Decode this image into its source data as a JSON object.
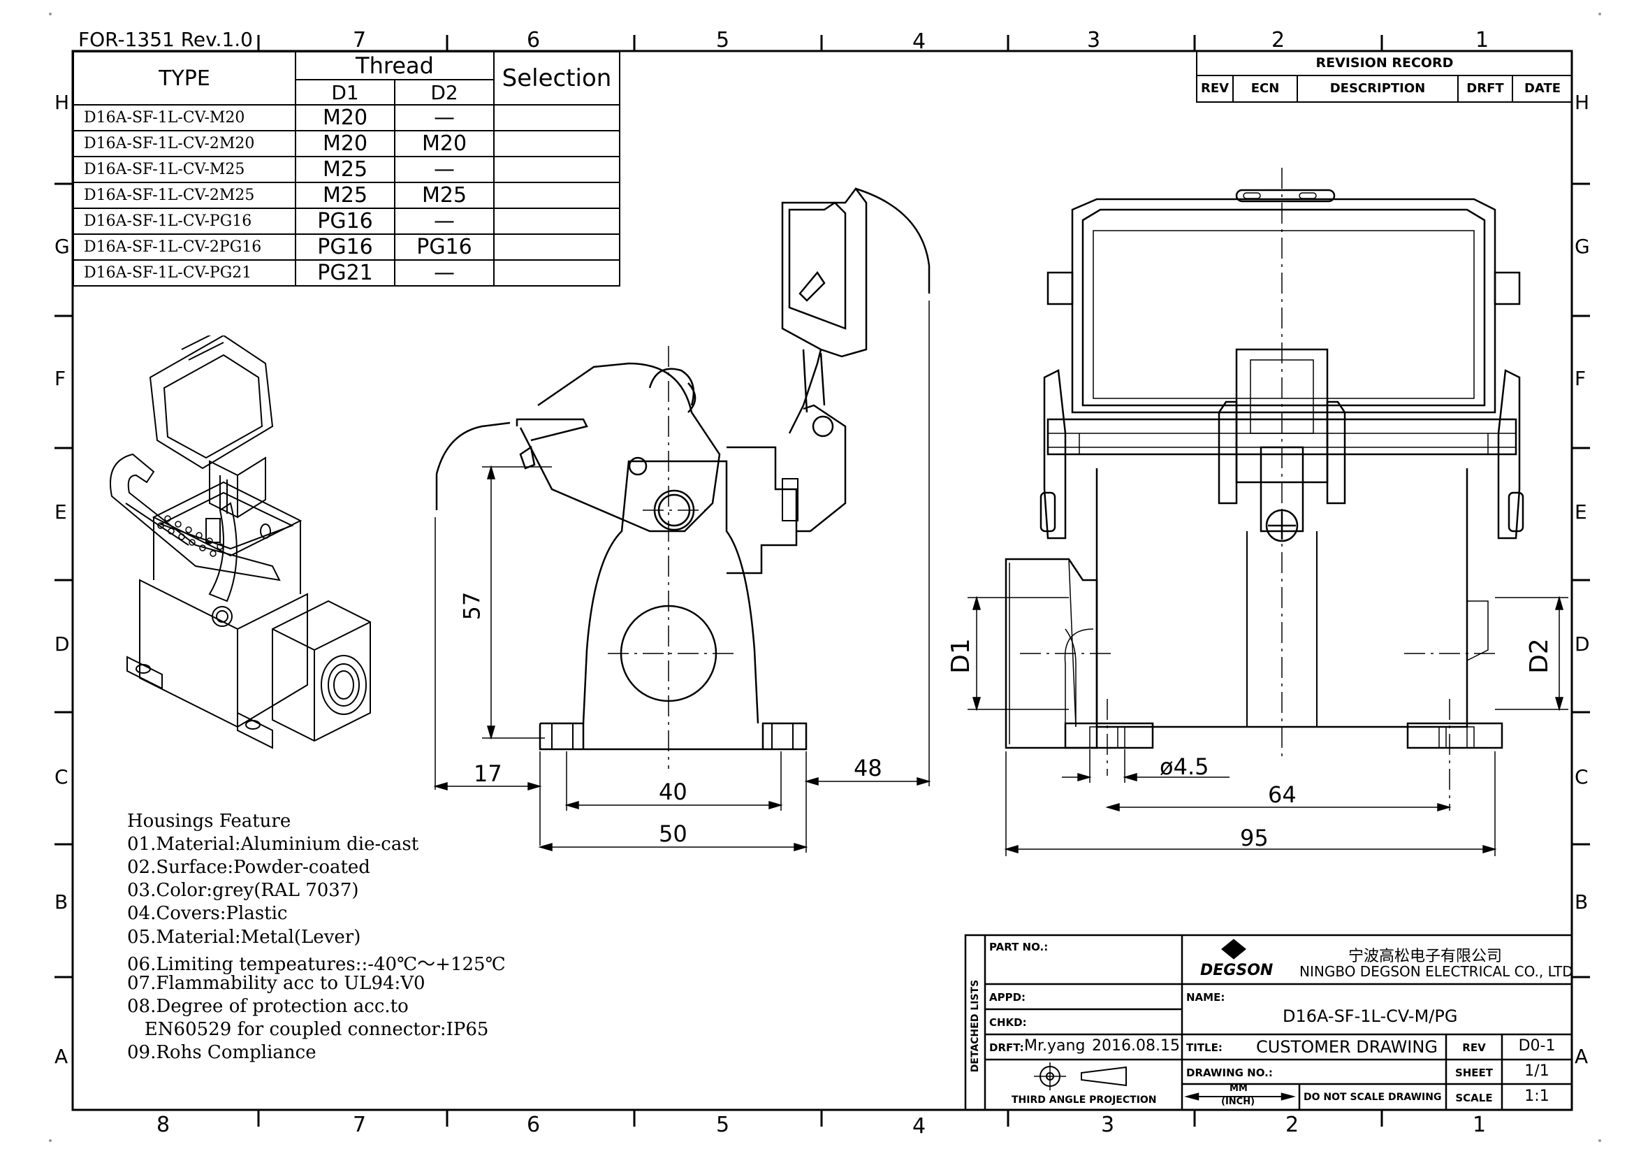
{
  "form_id": "FOR-1351 Rev.1.0",
  "zones_top": [
    "7",
    "6",
    "5",
    "4",
    "3",
    "2",
    "1"
  ],
  "zones_bottom": [
    "8",
    "7",
    "6",
    "5",
    "4",
    "3",
    "2",
    "1"
  ],
  "zones_side": [
    "H",
    "G",
    "F",
    "E",
    "D",
    "C",
    "B",
    "A"
  ],
  "selection_table": {
    "header_type": "TYPE",
    "header_thread": "Thread",
    "header_d1": "D1",
    "header_d2": "D2",
    "header_selection": "Selection",
    "rows": [
      {
        "type": "D16A-SF-1L-CV-M20",
        "d1": "M20",
        "d2": "—"
      },
      {
        "type": "D16A-SF-1L-CV-2M20",
        "d1": "M20",
        "d2": "M20"
      },
      {
        "type": "D16A-SF-1L-CV-M25",
        "d1": "M25",
        "d2": "—"
      },
      {
        "type": "D16A-SF-1L-CV-2M25",
        "d1": "M25",
        "d2": "M25"
      },
      {
        "type": "D16A-SF-1L-CV-PG16",
        "d1": "PG16",
        "d2": "—"
      },
      {
        "type": "D16A-SF-1L-CV-2PG16",
        "d1": "PG16",
        "d2": "PG16"
      },
      {
        "type": "D16A-SF-1L-CV-PG21",
        "d1": "PG21",
        "d2": "—"
      }
    ]
  },
  "revision_record": {
    "title": "REVISION RECORD",
    "columns": [
      "REV",
      "ECN",
      "DESCRIPTION",
      "DRFT",
      "DATE"
    ]
  },
  "dimensions": {
    "d57": "57",
    "d17": "17",
    "d40": "40",
    "d50": "50",
    "d48": "48",
    "d1": "D1",
    "d2": "D2",
    "hole": "ø4.5",
    "d64": "64",
    "d95": "95"
  },
  "features": {
    "title": "Housings Feature",
    "items": [
      "01.Material:Aluminium die-cast",
      "02.Surface:Powder-coated",
      "03.Color:grey(RAL 7037)",
      "04.Covers:Plastic",
      "05.Material:Metal(Lever)",
      "06.Limiting tempeatures::-40℃～+125℃",
      "07.Flammability acc to UL94:V0",
      "08.Degree of protection acc.to",
      "   EN60529 for coupled connector:IP65",
      "09.Rohs Compliance"
    ]
  },
  "title_block": {
    "part_no_label": "PART NO.:",
    "detached_lists": "DETACHED LISTS",
    "appd_label": "APPD:",
    "chkd_label": "CHKD:",
    "drft_label": "DRFT:",
    "drafter": "Mr.yang",
    "draft_date": "2016.08.15",
    "projection": "THIRD ANGLE PROJECTION",
    "brand": "DEGSON",
    "company_cn": "宁波高松电子有限公司",
    "company_en": "NINGBO DEGSON ELECTRICAL CO., LTD",
    "name_label": "NAME:",
    "name_value": "D16A-SF-1L-CV-M/PG",
    "title_label": "TITLE:",
    "title_value": "CUSTOMER DRAWING",
    "rev_label": "REV",
    "rev_value": "D0-1",
    "drawing_no_label": "DRAWING NO.:",
    "sheet_label": "SHEET",
    "sheet_value": "1/1",
    "unit_mm": "MM",
    "unit_inch": "(INCH)",
    "do_not_scale": "DO NOT SCALE DRAWING",
    "scale_label": "SCALE",
    "scale_value": "1:1"
  }
}
